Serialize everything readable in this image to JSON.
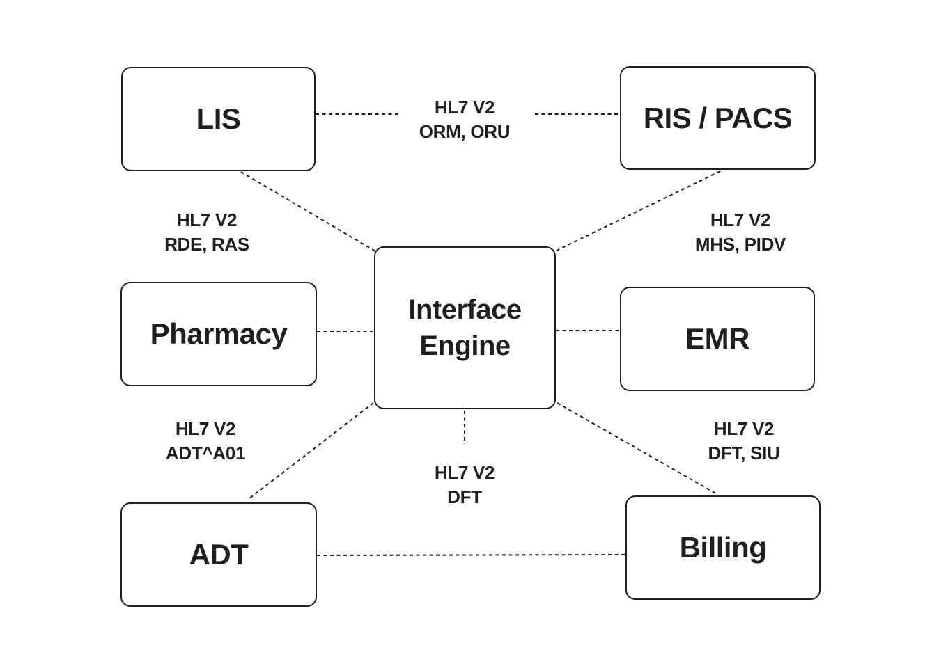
{
  "diagram": {
    "description": "Healthcare HL7 V2 integration architecture diagram with a central Interface Engine connected to clinical systems by dashed lines",
    "colors": {
      "background": "#ffffff",
      "node_fill": "#ffffff",
      "node_border": "#1f1f1f",
      "line": "#1f1f1f",
      "text": "#1f1f1f"
    },
    "nodes": {
      "lis": {
        "label": "LIS"
      },
      "ris_pacs": {
        "label": "RIS / PACS"
      },
      "pharmacy": {
        "label": "Pharmacy"
      },
      "interface_engine": {
        "label": "Interface Engine",
        "line1": "Interface",
        "line2": "Engine"
      },
      "emr": {
        "label": "EMR"
      },
      "adt": {
        "label": "ADT"
      },
      "billing": {
        "label": "Billing"
      }
    },
    "edge_labels": {
      "orm_oru": {
        "line1": "HL7 V2",
        "line2": "ORM, ORU"
      },
      "rde_ras": {
        "line1": "HL7 V2",
        "line2": "RDE, RAS"
      },
      "mhs_pidv": {
        "line1": "HL7 V2",
        "line2": "MHS, PIDV"
      },
      "adt_a01": {
        "line1": "HL7 V2",
        "line2": "ADT^A01"
      },
      "dft": {
        "line1": "HL7 V2",
        "line2": "DFT"
      },
      "dft_siu": {
        "line1": "HL7 V2",
        "line2": "DFT, SIU"
      }
    },
    "connections": [
      {
        "from": "LIS",
        "to": "RIS / PACS",
        "label": "HL7 V2 ORM, ORU",
        "style": "dashed"
      },
      {
        "from": "LIS",
        "to": "Interface Engine",
        "label": "HL7 V2 RDE, RAS",
        "style": "dashed"
      },
      {
        "from": "RIS / PACS",
        "to": "Interface Engine",
        "label": "HL7 V2 MHS, PIDV",
        "style": "dashed"
      },
      {
        "from": "Pharmacy",
        "to": "Interface Engine",
        "label": "",
        "style": "dashed"
      },
      {
        "from": "Interface Engine",
        "to": "EMR",
        "label": "",
        "style": "dashed"
      },
      {
        "from": "ADT",
        "to": "Interface Engine",
        "label": "HL7 V2 ADT^A01",
        "style": "dashed"
      },
      {
        "from": "Interface Engine",
        "to": "Billing",
        "label": "HL7 V2 DFT, SIU",
        "style": "dashed"
      },
      {
        "from": "Interface Engine",
        "to": "(stub below)",
        "label": "HL7 V2 DFT",
        "style": "dashed"
      },
      {
        "from": "ADT",
        "to": "Billing",
        "label": "",
        "style": "dashed"
      }
    ]
  }
}
